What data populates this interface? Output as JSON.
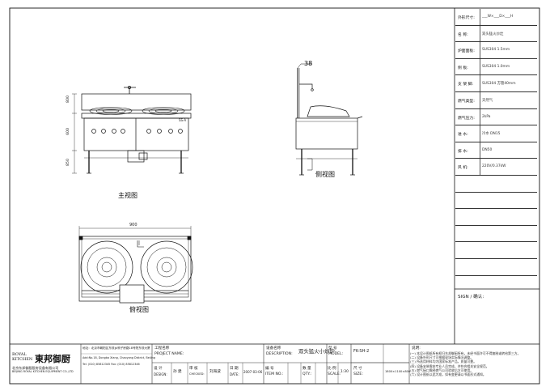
{
  "spec_table": {
    "rows": [
      {
        "key": "外形尺寸:",
        "value": "___W×___D×___H"
      },
      {
        "key": "名  称:",
        "value": "双头猛火炒灶"
      },
      {
        "key": "炉面面板:",
        "value": "SUS304 1.5mm"
      },
      {
        "key": "侧  板:",
        "value": "SUS304 1.0mm"
      },
      {
        "key": "支 架 脚:",
        "value": "SUS304 方管40mm"
      },
      {
        "key": "燃气类型:",
        "value": "天然气"
      },
      {
        "key": "燃气压力:",
        "value": "2kPa"
      },
      {
        "key": "进  水:",
        "value": "冷水 DN15"
      },
      {
        "key": "排  水:",
        "value": "DN50"
      },
      {
        "key": "风  机:",
        "value": "220V/0.37kW"
      }
    ],
    "sign_label": "SIGN / 确认:"
  },
  "views": {
    "front_label": "主视图",
    "side_label": "侧视图",
    "top_label": "俯视图",
    "top_width": "900",
    "side_callout": "38",
    "front_dims": [
      "800",
      "600",
      "850"
    ],
    "front_tag": "SS-A"
  },
  "title_block": {
    "company_royal": "ROYAL",
    "company_kitchen": "KITCHEN",
    "company_cn": "東邦御厨",
    "company_full_cn": "北京东邦御厨厨房设备有限公司",
    "company_full_en": "BEIJING ROYAL KITCHEN EQUIPMENT CO.,LTD",
    "address_lines": [
      "地址：北京市朝阳区东坝乡驹子房路18号院东坝大厦",
      "Add:No.18, Dongba Xiang, Chaoyang District, Beijing",
      "Tel: (010) 85812345   Fax: (010) 85812346"
    ],
    "project_cn": "工程名称",
    "project_en": "PROJECT NAME:",
    "design_cn": "设 计",
    "design_en": "DESIGN:",
    "design_by": "孙 建",
    "checked_cn": "审 核",
    "checked_en": "CHECKED:",
    "checked_by": "刘海波",
    "date_cn": "日 期",
    "date_en": "DATE:",
    "date_value": "2007-03-06",
    "description_cn": "设备名称",
    "description_en": "DESCRIPTION:",
    "description_value": "双头猛火小炒炉",
    "item_cn": "编 号",
    "item_en": "ITEM NO.:",
    "qty_cn": "数 量",
    "qty_en": "QTY.:",
    "model_cn": "型 号",
    "model_en": "MODEL:",
    "model_value": "FK-SH-2",
    "scale_cn": "比 例",
    "scale_en": "SCALE:",
    "scale_value": "1:30",
    "size_cn": "尺 寸",
    "size_en": "SIZE:",
    "size_value": "1800×1100×800",
    "notes_title": "说明:",
    "notes": [
      "(一) 本设计图纸所有权归东邦御厨所有，未经书面许可不得复制或转给第三方。",
      "(二) 设备外形尺寸可根据现场实际情况调整。",
      "(三) 所选用材料均为国家标准产品，质量可靠。",
      "(四) 设备安装需由专业人员完成，并符合相关安全规范。",
      "(五) 燃气接口需经燃气公司验收后方可使用。",
      "(六) 设计图纸以此为准，如有变更请以书面形式通知。"
    ]
  }
}
